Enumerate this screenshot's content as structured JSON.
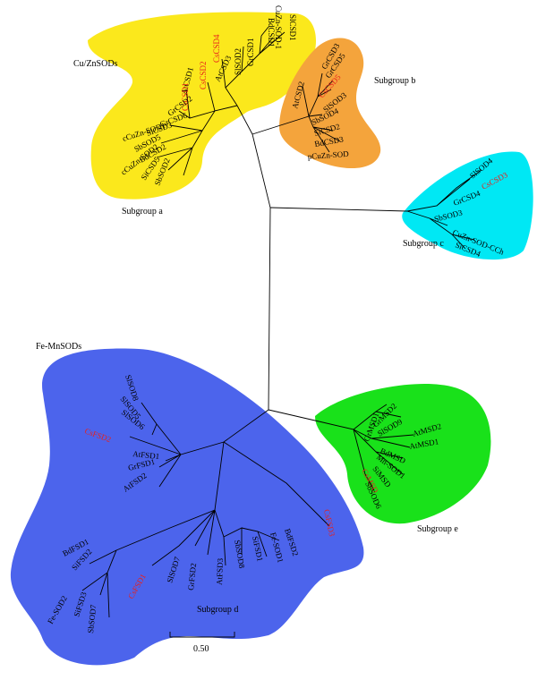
{
  "colors": {
    "subgroup_a": "#fbe81c",
    "subgroup_b": "#f4a43c",
    "subgroup_c": "#00e8f4",
    "subgroup_d": "#4c64ec",
    "subgroup_e": "#19e11a",
    "highlight": "#e8201c",
    "text": "#000000"
  },
  "family_labels": {
    "cuzn": "Cu/ZnSODs",
    "femn": "Fe-MnSODs"
  },
  "subgroup_labels": {
    "a": "Subgroup a",
    "b": "Subgroup b",
    "c": "Subgroup c",
    "d": "Subgroup d",
    "e": "Subgroup e"
  },
  "scale_bar": {
    "label": "0.50",
    "value": 0.5
  },
  "leaves": {
    "a": [
      {
        "name": "CsCSD4",
        "highlight": true
      },
      {
        "name": "AtCSD3",
        "highlight": false
      },
      {
        "name": "SlSOD2",
        "highlight": false
      },
      {
        "name": "GrCSD1",
        "highlight": false
      },
      {
        "name": "BdCSD1",
        "highlight": false
      },
      {
        "name": "CuZn-SOD-1",
        "highlight": false
      },
      {
        "name": "SlCSD1",
        "highlight": false
      },
      {
        "name": "CsCSD2",
        "highlight": true
      },
      {
        "name": "AtCSD1",
        "highlight": false
      },
      {
        "name": "CsCSD1",
        "highlight": true
      },
      {
        "name": "GrCSD2",
        "highlight": false
      },
      {
        "name": "GrCSD6",
        "highlight": false
      },
      {
        "name": "SlCSD3",
        "highlight": false
      },
      {
        "name": "cCuZn-SOD1",
        "highlight": false
      },
      {
        "name": "SbSOD5",
        "highlight": false
      },
      {
        "name": "BdCSD2",
        "highlight": false
      },
      {
        "name": "cCuZn-SOD2",
        "highlight": false
      },
      {
        "name": "SiCSD5",
        "highlight": false
      },
      {
        "name": "SbSOD2",
        "highlight": false
      }
    ],
    "b": [
      {
        "name": "AtCSD2",
        "highlight": false
      },
      {
        "name": "GrCSD3",
        "highlight": false
      },
      {
        "name": "GrCSD5",
        "highlight": false
      },
      {
        "name": "CsCSD5",
        "highlight": true
      },
      {
        "name": "SlSOD3",
        "highlight": false
      },
      {
        "name": "SbSOD4",
        "highlight": false
      },
      {
        "name": "SiCSD2",
        "highlight": false
      },
      {
        "name": "BdCSD3",
        "highlight": false
      },
      {
        "name": "pCuZn-SOD",
        "highlight": false
      }
    ],
    "c": [
      {
        "name": "SlSOD4",
        "highlight": false
      },
      {
        "name": "CsCSD3",
        "highlight": true
      },
      {
        "name": "GrCSD4",
        "highlight": false
      },
      {
        "name": "SbSOD3",
        "highlight": false
      },
      {
        "name": "CuZn-SOD-CCh",
        "highlight": false
      },
      {
        "name": "SiCSD4",
        "highlight": false
      }
    ],
    "d": [
      {
        "name": "SlSOD8",
        "highlight": false
      },
      {
        "name": "SlSOD5",
        "highlight": false
      },
      {
        "name": "SlSOD6",
        "highlight": false
      },
      {
        "name": "CsFSD2",
        "highlight": true
      },
      {
        "name": "AtFSD1",
        "highlight": false
      },
      {
        "name": "GrFSD1",
        "highlight": false
      },
      {
        "name": "AtFSD2",
        "highlight": false
      },
      {
        "name": "BdFSD1",
        "highlight": false
      },
      {
        "name": "SiFSD2",
        "highlight": false
      },
      {
        "name": "Fe-SOD2",
        "highlight": false
      },
      {
        "name": "SiFSD3",
        "highlight": false
      },
      {
        "name": "SbSOD7",
        "highlight": false
      },
      {
        "name": "CsFSD1",
        "highlight": true
      },
      {
        "name": "SlSOD7",
        "highlight": false
      },
      {
        "name": "GrFSD2",
        "highlight": false
      },
      {
        "name": "AtFSD3",
        "highlight": false
      },
      {
        "name": "SbSOD8",
        "highlight": false
      },
      {
        "name": "SiFSD1",
        "highlight": false
      },
      {
        "name": "Fe-SOD1",
        "highlight": false
      },
      {
        "name": "BdFSD2",
        "highlight": false
      },
      {
        "name": "CsFSD3",
        "highlight": true
      }
    ],
    "e": [
      {
        "name": "GrMSD1",
        "highlight": false
      },
      {
        "name": "GrMSD2",
        "highlight": false
      },
      {
        "name": "SlSOD9",
        "highlight": false
      },
      {
        "name": "AtMSD2",
        "highlight": false
      },
      {
        "name": "AtMSD1",
        "highlight": false
      },
      {
        "name": "BdMSD",
        "highlight": false
      },
      {
        "name": "Mn-SOD1",
        "highlight": false
      },
      {
        "name": "CsMSD",
        "highlight": true
      },
      {
        "name": "SiMSD",
        "highlight": false
      },
      {
        "name": "SbSOD6",
        "highlight": false
      }
    ]
  }
}
